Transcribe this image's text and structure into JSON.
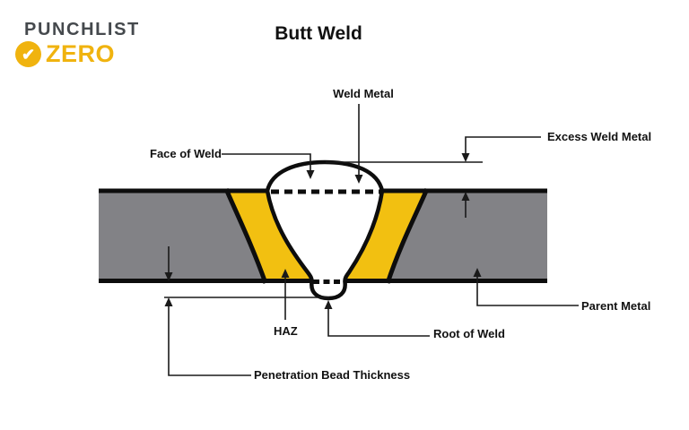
{
  "logo": {
    "line1": "PUNCHLIST",
    "line2": "ZERO",
    "check_icon": "✔"
  },
  "title": "Butt Weld",
  "diagram": {
    "labels": {
      "weld_metal": "Weld Metal",
      "face_of_weld": "Face of Weld",
      "excess_weld_metal": "Excess Weld Metal",
      "parent_metal": "Parent Metal",
      "root_of_weld": "Root of Weld",
      "haz": "HAZ",
      "penetration_bead_thickness": "Penetration Bead Thickness"
    },
    "colors": {
      "parent_metal_fill": "#828286",
      "haz_fill": "#F2C011",
      "weld_fill": "#FFFFFF",
      "outline": "#0D0D0D",
      "dimension_line": "#1A1A1A",
      "brand_yellow": "#F0B30F",
      "brand_gray": "#45494D"
    }
  }
}
